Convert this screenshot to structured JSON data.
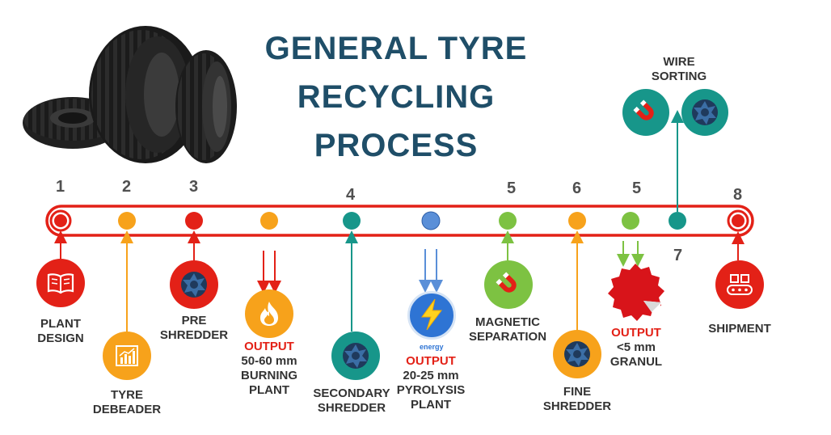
{
  "title_lines": [
    "GENERAL TYRE",
    "RECYCLING",
    "PROCESS"
  ],
  "colors": {
    "title": "#1f4e68",
    "belt": "#e32117",
    "orange": "#f7a21b",
    "red": "#e32117",
    "teal": "#17968a",
    "blue": "#2e74d4",
    "green": "#7dc242",
    "output": "#e32117"
  },
  "step_numbers": {
    "s1": "1",
    "s2": "2",
    "s3": "3",
    "s4": "4",
    "s5a": "5",
    "s6": "6",
    "s5b": "5",
    "s7": "7",
    "s8": "8"
  },
  "stations": {
    "plant_design": {
      "label_lines": [
        "PLANT",
        "DESIGN"
      ],
      "icon": "book-icon"
    },
    "tyre_debeader": {
      "label_lines": [
        "TYRE",
        "DEBEADER"
      ],
      "icon": "bar-chart-icon"
    },
    "pre_shredder": {
      "label_lines": [
        "PRE",
        "SHREDDER"
      ],
      "icon": "shredder-icon"
    },
    "burning_plant": {
      "output": "OUTPUT",
      "label_lines": [
        "50-60 mm",
        "BURNING",
        "PLANT"
      ],
      "icon": "flame-icon"
    },
    "secondary_shredder": {
      "label_lines": [
        "SECONDARY",
        "SHREDDER"
      ],
      "icon": "shredder-icon"
    },
    "pyrolysis_plant": {
      "output": "OUTPUT",
      "label_lines": [
        "20-25 mm",
        "PYROLYSIS",
        "PLANT"
      ],
      "icon": "energy-bolt-icon",
      "icon_text": "energy"
    },
    "magnetic_separation": {
      "label_lines": [
        "MAGNETIC",
        "SEPARATION"
      ],
      "icon": "magnet-icon"
    },
    "fine_shredder": {
      "label_lines": [
        "FINE",
        "SHREDDER"
      ],
      "icon": "shredder-icon"
    },
    "granul": {
      "output": "OUTPUT",
      "label_lines": [
        "<5 mm",
        "GRANUL"
      ],
      "icon": "seal-badge-icon"
    },
    "wire_sorting": {
      "label_lines": [
        "WIRE",
        "SORTING"
      ],
      "icons": [
        "magnet-icon",
        "shredder-icon"
      ]
    },
    "shipment": {
      "label_lines": [
        "SHIPMENT"
      ],
      "icon": "conveyor-icon"
    }
  }
}
